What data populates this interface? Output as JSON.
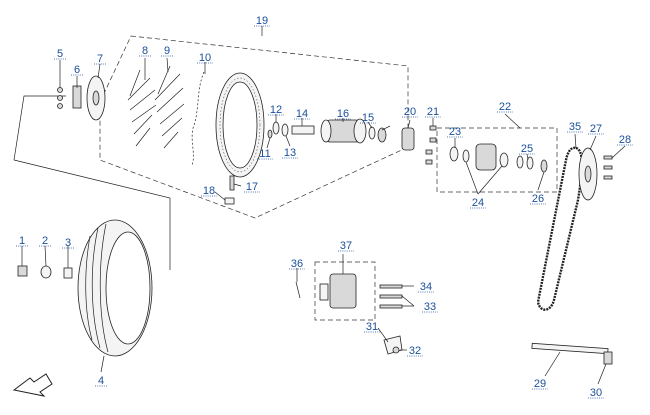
{
  "callouts": [
    {
      "id": "1",
      "text": "1"
    },
    {
      "id": "2",
      "text": "2"
    },
    {
      "id": "3",
      "text": "3"
    },
    {
      "id": "4",
      "text": "4"
    },
    {
      "id": "5",
      "text": "5"
    },
    {
      "id": "6",
      "text": "6"
    },
    {
      "id": "7",
      "text": "7"
    },
    {
      "id": "8",
      "text": "8"
    },
    {
      "id": "9",
      "text": "9"
    },
    {
      "id": "10",
      "text": "10"
    },
    {
      "id": "11",
      "text": "11"
    },
    {
      "id": "12",
      "text": "12"
    },
    {
      "id": "13",
      "text": "13"
    },
    {
      "id": "14",
      "text": "14"
    },
    {
      "id": "15",
      "text": "15"
    },
    {
      "id": "16",
      "text": "16"
    },
    {
      "id": "17",
      "text": "17"
    },
    {
      "id": "18",
      "text": "18"
    },
    {
      "id": "19",
      "text": "19"
    },
    {
      "id": "20",
      "text": "20"
    },
    {
      "id": "21",
      "text": "21"
    },
    {
      "id": "22",
      "text": "22"
    },
    {
      "id": "23",
      "text": "23"
    },
    {
      "id": "24",
      "text": "24"
    },
    {
      "id": "25",
      "text": "25"
    },
    {
      "id": "26",
      "text": "26"
    },
    {
      "id": "27",
      "text": "27"
    },
    {
      "id": "28",
      "text": "28"
    },
    {
      "id": "29",
      "text": "29"
    },
    {
      "id": "30",
      "text": "30"
    },
    {
      "id": "31",
      "text": "31"
    },
    {
      "id": "32",
      "text": "32"
    },
    {
      "id": "33",
      "text": "33"
    },
    {
      "id": "34",
      "text": "34"
    },
    {
      "id": "35",
      "text": "35"
    },
    {
      "id": "36",
      "text": "36"
    },
    {
      "id": "37",
      "text": "37"
    }
  ],
  "colors": {
    "callout": "#1a4f9a",
    "line": "#222222"
  }
}
